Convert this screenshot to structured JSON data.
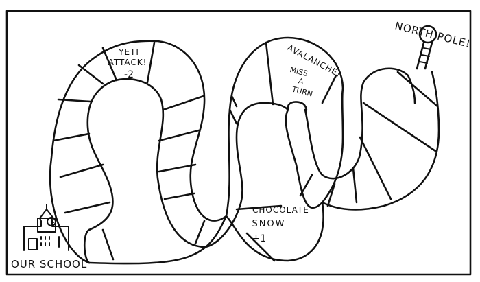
{
  "board": {
    "start_label": "OUR SCHOOL",
    "goal_label": "NORTH POLE!",
    "spaces": [
      {
        "line1": "YETI",
        "line2": "ATTACK!",
        "line3": "-2"
      },
      {
        "line1": "AVALANCHE!",
        "line2": "MISS",
        "line3": "A",
        "line4": "TURN"
      },
      {
        "line1": "CHOCOLATE",
        "line2": "SNOW",
        "line3": "+1"
      }
    ]
  },
  "colors": {
    "ink": "#111111",
    "paper": "#ffffff"
  },
  "icons": [
    "school-building-icon",
    "clock-icon",
    "north-pole-icon"
  ]
}
